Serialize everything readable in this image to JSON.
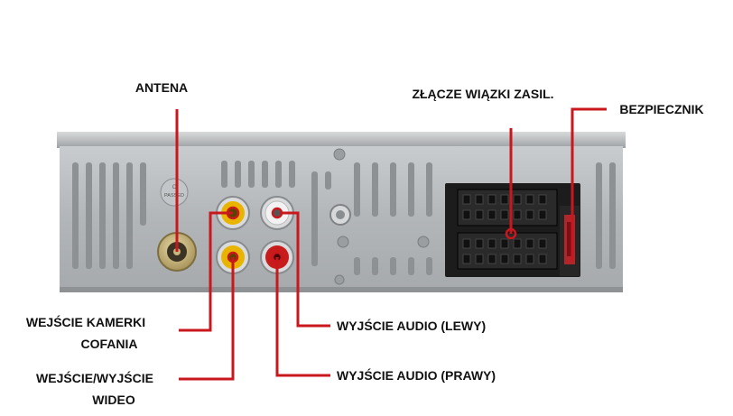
{
  "labels": {
    "antenna": "ANTENA",
    "harness_connector": "ZŁĄCZE WIĄZKI ZASIL.",
    "fuse": "BEZPIECZNIK",
    "camera_input_line1": "WEJŚCIE KAMERKI",
    "camera_input_line2": "COFANIA",
    "video_io_line1": "WEJŚCIE/WYJŚCIE",
    "video_io_line2": "WIDEO",
    "audio_left": "WYJŚCIE AUDIO (LEWY)",
    "audio_right": "WYJŚCIE AUDIO (PRAWY)"
  },
  "device_marks": {
    "cert_line1": "C",
    "cert_line2": "PASSED"
  },
  "colors": {
    "callout_line": "#c8181e",
    "panel": "#b6b9bc",
    "rca_yellow": "#e9b400",
    "rca_white": "#f2f2f2",
    "rca_red": "#c81b1b",
    "connector": "#1a1a1a"
  }
}
